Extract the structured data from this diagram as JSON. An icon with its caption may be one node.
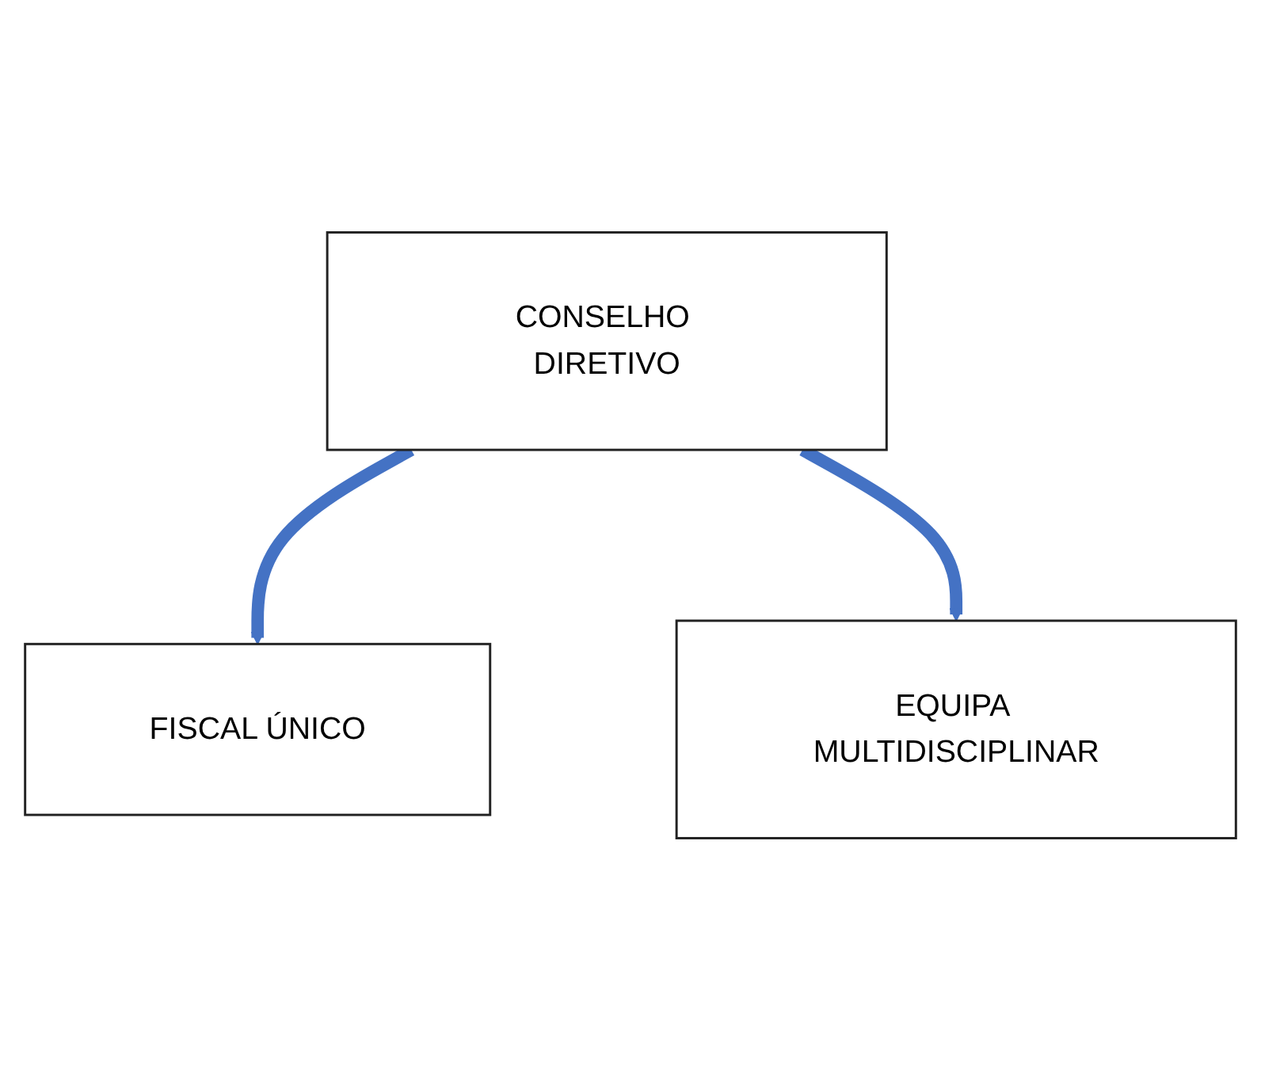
{
  "diagram": {
    "nodes": [
      {
        "text": [
          "CONSELHO DIRETIVO"
        ]
      },
      {
        "text": [
          "FISCAL ÚNICO"
        ]
      },
      {
        "text": [
          "EQUIPA MULTIDISCIPLINAR"
        ]
      }
    ],
    "edges": [
      {
        "from": 0,
        "to": 1,
        "arrow": "to",
        "color": "#4472c4"
      },
      {
        "from": 0,
        "to": 2,
        "arrow": "to",
        "color": "#4472c4"
      }
    ]
  }
}
